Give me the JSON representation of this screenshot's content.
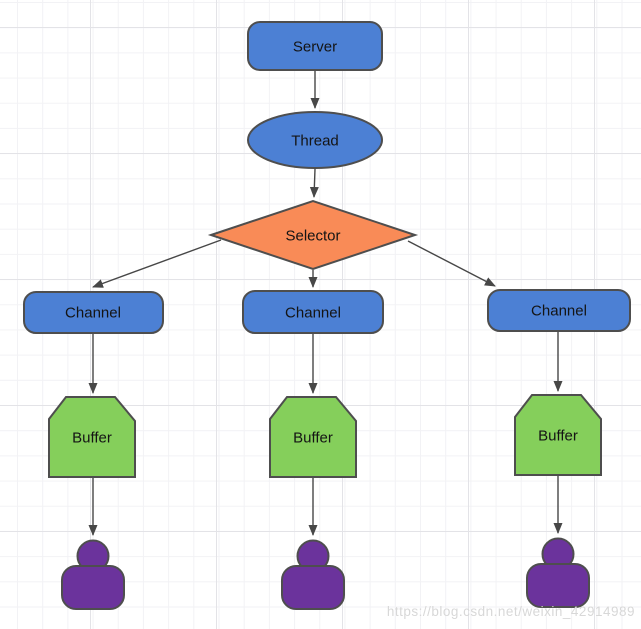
{
  "diagram": {
    "nodes": {
      "server": {
        "label": "Server",
        "shape": "rounded-rect",
        "color": "#4C80D4"
      },
      "thread": {
        "label": "Thread",
        "shape": "ellipse",
        "color": "#4C80D4"
      },
      "selector": {
        "label": "Selector",
        "shape": "diamond",
        "color": "#F98B57"
      },
      "channels": [
        {
          "label": "Channel",
          "shape": "rounded-rect",
          "color": "#4C80D4"
        },
        {
          "label": "Channel",
          "shape": "rounded-rect",
          "color": "#4C80D4"
        },
        {
          "label": "Channel",
          "shape": "rounded-rect",
          "color": "#4C80D4"
        }
      ],
      "buffers": [
        {
          "label": "Buffer",
          "shape": "beveled-rect",
          "color": "#85CF5B"
        },
        {
          "label": "Buffer",
          "shape": "beveled-rect",
          "color": "#85CF5B"
        },
        {
          "label": "Buffer",
          "shape": "beveled-rect",
          "color": "#85CF5B"
        }
      ],
      "clients": [
        {
          "icon": "person-icon",
          "color": "#6B339C"
        },
        {
          "icon": "person-icon",
          "color": "#6B339C"
        },
        {
          "icon": "person-icon",
          "color": "#6B339C"
        }
      ]
    },
    "edges": [
      {
        "from": "server",
        "to": "thread"
      },
      {
        "from": "thread",
        "to": "selector"
      },
      {
        "from": "selector",
        "to": "channel-1"
      },
      {
        "from": "selector",
        "to": "channel-2"
      },
      {
        "from": "selector",
        "to": "channel-3"
      },
      {
        "from": "channel-1",
        "to": "buffer-1"
      },
      {
        "from": "channel-2",
        "to": "buffer-2"
      },
      {
        "from": "channel-3",
        "to": "buffer-3"
      },
      {
        "from": "buffer-1",
        "to": "client-1"
      },
      {
        "from": "buffer-2",
        "to": "client-2"
      },
      {
        "from": "buffer-3",
        "to": "client-3"
      }
    ]
  },
  "colors": {
    "canvas": "#FFFFFF",
    "grid_minor": "#F2F2F5",
    "grid_major": "#E3E3E7",
    "node_blue": "#4C80D4",
    "node_orange": "#F98B57",
    "node_green": "#85CF5B",
    "node_purple": "#6B339C",
    "shape_border": "#4E4E4E",
    "edge": "#474747",
    "label": "#141414",
    "watermark": "#D8D8D8"
  },
  "watermark": {
    "text": "https://blog.csdn.net/weixin_42914989"
  }
}
